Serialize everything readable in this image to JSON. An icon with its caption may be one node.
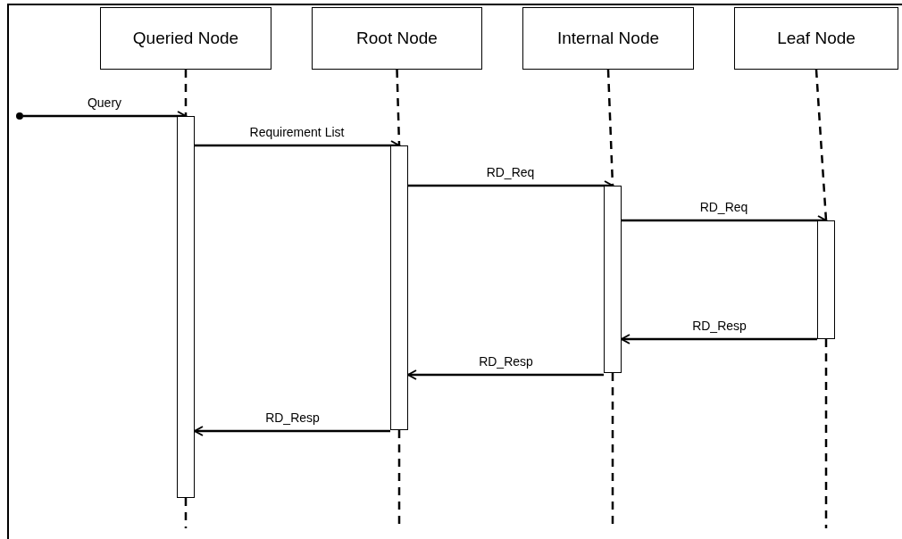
{
  "diagram": {
    "nodes": [
      {
        "text": [
          "Queried Node"
        ]
      },
      {
        "text": [
          "Root Node"
        ]
      },
      {
        "text": [
          "Internal Node"
        ]
      },
      {
        "text": [
          "Leaf Node"
        ]
      },
      {
        "text": [],
        "shape": "circle"
      },
      {
        "text": [],
        "shape": "bar"
      },
      {
        "text": [],
        "shape": "bar"
      },
      {
        "text": [],
        "shape": "bar"
      },
      {
        "text": [],
        "shape": "bar"
      }
    ],
    "edges": [
      {
        "from": 4,
        "to": 5,
        "arrow": "to",
        "label": "Query"
      },
      {
        "from": 5,
        "to": 6,
        "arrow": "to",
        "label": "Requirement List"
      },
      {
        "from": 6,
        "to": 7,
        "arrow": "to",
        "label": "RD_Req"
      },
      {
        "from": 7,
        "to": 8,
        "arrow": "to",
        "label": "RD_Req"
      },
      {
        "from": 8,
        "to": 7,
        "arrow": "to",
        "label": "RD_Resp"
      },
      {
        "from": 7,
        "to": 6,
        "arrow": "to",
        "label": "RD_Resp"
      },
      {
        "from": 6,
        "to": 5,
        "arrow": "to",
        "label": "RD_Resp"
      },
      {
        "from": 0,
        "to": 5,
        "arrow": "none",
        "style": "dashed"
      },
      {
        "from": 1,
        "to": 6,
        "arrow": "none",
        "style": "dashed"
      },
      {
        "from": 2,
        "to": 7,
        "arrow": "none",
        "style": "dashed"
      },
      {
        "from": 3,
        "to": 8,
        "arrow": "none",
        "style": "dashed"
      },
      {
        "from": 5,
        "to": null,
        "arrow": "none",
        "style": "dashed"
      },
      {
        "from": 6,
        "to": null,
        "arrow": "none",
        "style": "dashed"
      },
      {
        "from": 7,
        "to": null,
        "arrow": "none",
        "style": "dashed"
      },
      {
        "from": 8,
        "to": null,
        "arrow": "none",
        "style": "dashed"
      }
    ]
  }
}
